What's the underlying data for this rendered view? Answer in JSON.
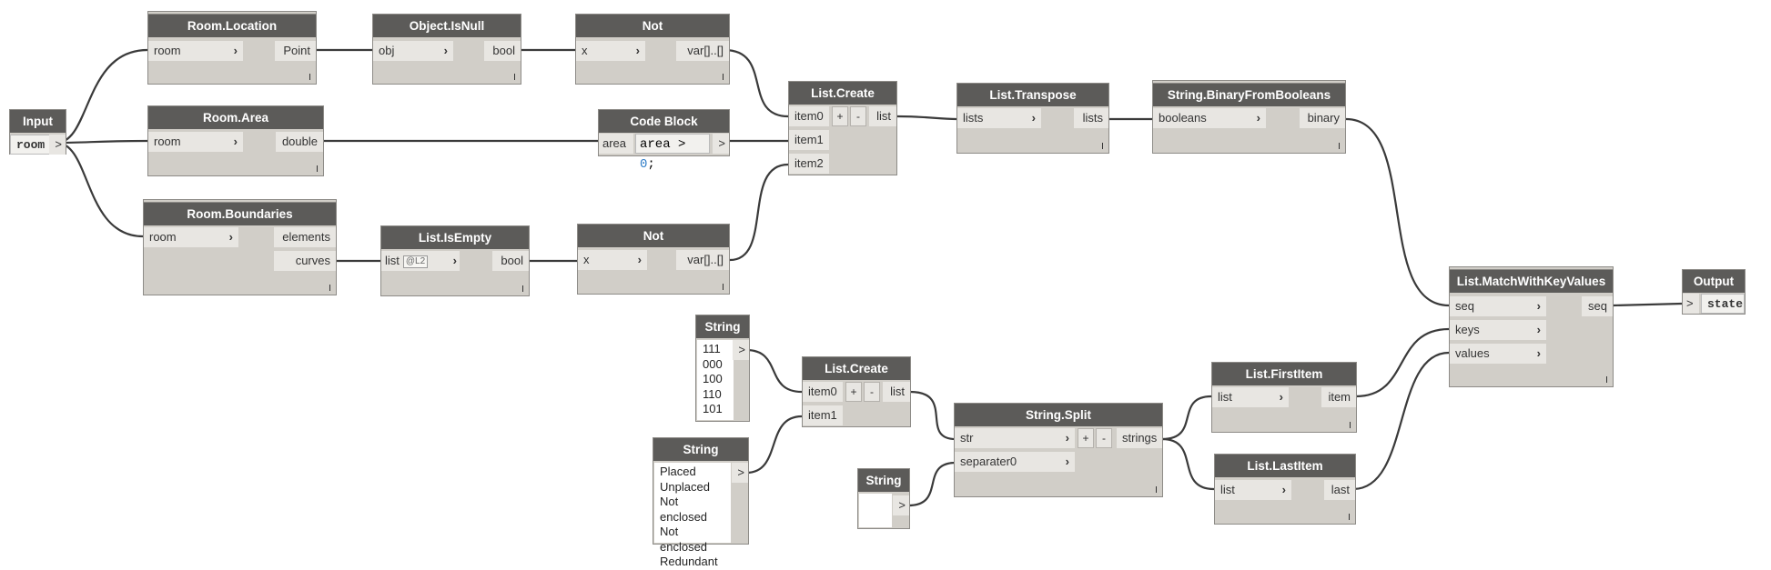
{
  "nodes": {
    "input": {
      "title": "Input",
      "value": "room",
      "out": ">"
    },
    "room_location": {
      "title": "Room.Location",
      "in": "room",
      "out": "Point"
    },
    "object_isnull": {
      "title": "Object.IsNull",
      "in": "obj",
      "out": "bool"
    },
    "not1": {
      "title": "Not",
      "in": "x",
      "out": "var[]..[]"
    },
    "room_area": {
      "title": "Room.Area",
      "in": "room",
      "out": "double"
    },
    "code_block": {
      "title": "Code Block",
      "in": "area",
      "code_prefix": "area > ",
      "code_num": "0",
      "code_suffix": ";",
      "out": ">"
    },
    "room_boundaries": {
      "title": "Room.Boundaries",
      "in": "room",
      "out1": "elements",
      "out2": "curves"
    },
    "list_isempty": {
      "title": "List.IsEmpty",
      "in": "list",
      "level": "@L2",
      "out": "bool"
    },
    "not2": {
      "title": "Not",
      "in": "x",
      "out": "var[]..[]"
    },
    "list_create1": {
      "title": "List.Create",
      "in0": "item0",
      "in1": "item1",
      "in2": "item2",
      "plus": "+",
      "minus": "-",
      "out": "list"
    },
    "list_transpose": {
      "title": "List.Transpose",
      "in": "lists",
      "out": "lists"
    },
    "string_binary": {
      "title": "String.BinaryFromBooleans",
      "in": "booleans",
      "out": "binary"
    },
    "string1": {
      "title": "String",
      "lines": [
        "111",
        "000",
        "100",
        "110",
        "101"
      ],
      "out": ">"
    },
    "string2": {
      "title": "String",
      "lines": [
        "Placed",
        "Unplaced",
        "Not enclosed",
        "Not enclosed",
        "Redundant"
      ],
      "out": ">"
    },
    "string3": {
      "title": "String",
      "out": ">"
    },
    "list_create2": {
      "title": "List.Create",
      "in0": "item0",
      "in1": "item1",
      "plus": "+",
      "minus": "-",
      "out": "list"
    },
    "string_split": {
      "title": "String.Split",
      "in0": "str",
      "in1": "separater0",
      "plus": "+",
      "minus": "-",
      "out": "strings"
    },
    "list_firstitem": {
      "title": "List.FirstItem",
      "in": "list",
      "out": "item"
    },
    "list_lastitem": {
      "title": "List.LastItem",
      "in": "list",
      "out": "last"
    },
    "match": {
      "title": "List.MatchWithKeyValues",
      "in0": "seq",
      "in1": "keys",
      "in2": "values",
      "out": "seq"
    },
    "output": {
      "title": "Output",
      "in": ">",
      "value": "state"
    }
  }
}
